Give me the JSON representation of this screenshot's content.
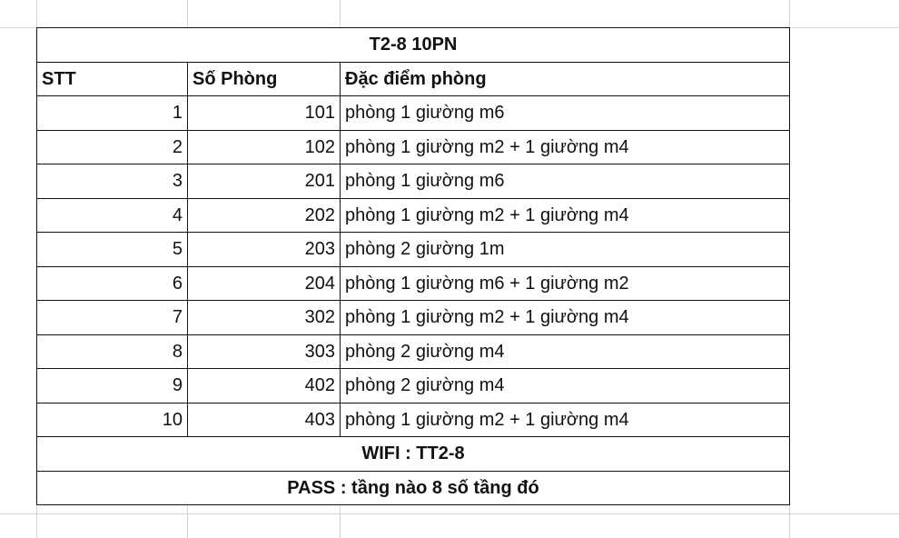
{
  "table": {
    "title": "T2-8 10PN",
    "headers": [
      "STT",
      "Số Phòng",
      "Đặc điểm phòng"
    ],
    "rows": [
      {
        "stt": "1",
        "room": "101",
        "desc": "phòng 1 giường m6"
      },
      {
        "stt": "2",
        "room": "102",
        "desc": "phòng 1 giường m2 + 1 giường m4"
      },
      {
        "stt": "3",
        "room": "201",
        "desc": "phòng 1 giường m6"
      },
      {
        "stt": "4",
        "room": "202",
        "desc": "phòng 1 giường m2 + 1 giường m4"
      },
      {
        "stt": "5",
        "room": "203",
        "desc": "phòng 2 giường 1m"
      },
      {
        "stt": "6",
        "room": "204",
        "desc": "phòng 1 giường m6 + 1 giường m2"
      },
      {
        "stt": "7",
        "room": "302",
        "desc": "phòng 1 giường m2 + 1 giường m4"
      },
      {
        "stt": "8",
        "room": "303",
        "desc": "phòng 2 giường m4"
      },
      {
        "stt": "9",
        "room": "402",
        "desc": "phòng 2 giường m4"
      },
      {
        "stt": "10",
        "room": "403",
        "desc": "phòng 1 giường m2 + 1 giường m4"
      }
    ],
    "footer_wifi": "WIFI : TT2-8",
    "footer_pass": "PASS : tầng nào 8 số tầng đó"
  }
}
